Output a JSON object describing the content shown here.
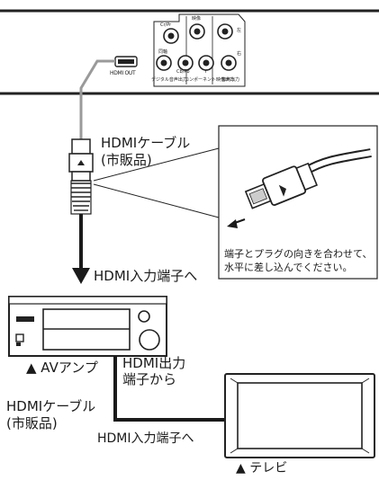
{
  "panel": {
    "hdmi_out": "HDMI OUT",
    "coax_label": "同軸",
    "digital_label": "デジタル音声出力",
    "component_label": "コンポーネント映像出力",
    "audio_label": "音声出力",
    "cr_label": "Cr/Pr",
    "cb_label": "Cb/Pb",
    "y_label": "Y",
    "video_label": "映像",
    "left_label": "左",
    "right_label": "右"
  },
  "cable_top": {
    "line1": "HDMIケーブル",
    "line2": "(市販品)"
  },
  "callout": {
    "line1": "端子とプラグの向きを合わせて、",
    "line2": "水平に差し込んでください。"
  },
  "hdmi_in_top": "HDMI入力端子へ",
  "av_amp_label": "▲ AVアンプ",
  "hdmi_out_terminal": {
    "line1": "HDMI出力",
    "line2": "端子から"
  },
  "cable_bottom": {
    "line1": "HDMIケーブル",
    "line2": "(市販品)"
  },
  "hdmi_in_bottom": "HDMI入力端子へ",
  "tv_label": "▲ テレビ",
  "colors": {
    "ink": "#1a1a1a",
    "cable": "#9a9a9a",
    "panel_line": "#333333"
  }
}
